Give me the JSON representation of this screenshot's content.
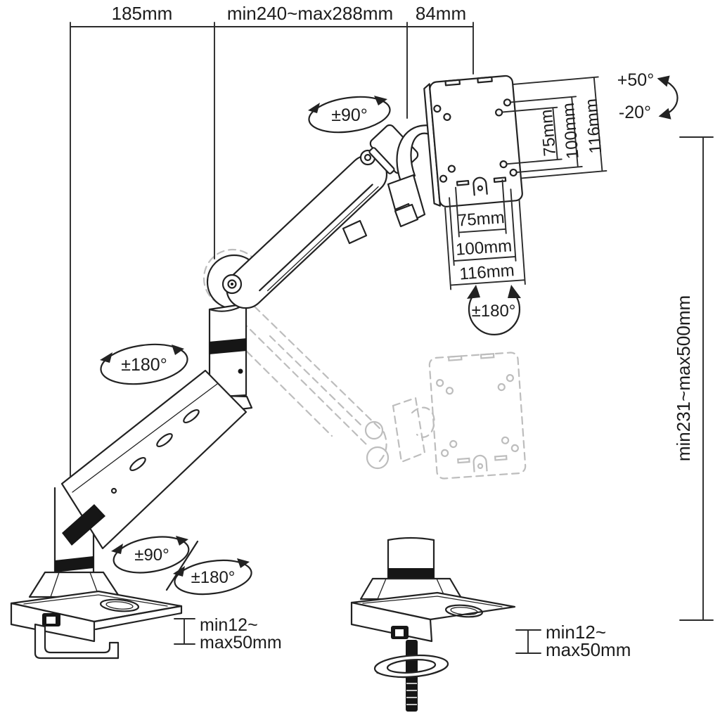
{
  "title": "gas-spring monitor desk mount arm specification diagram",
  "colors": {
    "line": "#222222",
    "ghost": "#bdbdbd",
    "dark_fill": "#161616",
    "background": "#ffffff"
  },
  "dimensions": {
    "arm_reach_rear": "185mm",
    "arm_reach_mid": "min240~max288mm",
    "arm_reach_front": "84mm",
    "height_range": "min231~max500mm",
    "vesa_side": [
      "75mm",
      "100mm",
      "116mm"
    ],
    "vesa_bottom": [
      "75mm",
      "100mm",
      "116mm"
    ],
    "clamp_left_line1": "min12~",
    "clamp_left_line2": "max50mm",
    "clamp_right_line1": "min12~",
    "clamp_right_line2": "max50mm"
  },
  "angles": {
    "tilt_up": "+50°",
    "tilt_down": "-20°",
    "head_swivel": "±90°",
    "vesa_rotate": "±180°",
    "elbow_rotate": "±180°",
    "base_swivel": "±90°",
    "base_rotate": "±180°"
  }
}
